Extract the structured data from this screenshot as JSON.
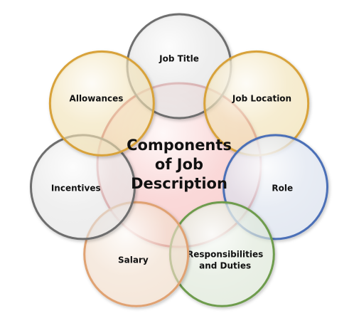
{
  "diagram": {
    "center": {
      "lines": [
        "Components",
        "of Job",
        "Description"
      ],
      "fill": "#f9d2d2",
      "stroke": "#c85a5a"
    },
    "nodes": [
      {
        "id": "job-title",
        "lines": [
          "Job Title"
        ],
        "fill": "#e9e9e9",
        "stroke": "#6e6e6e"
      },
      {
        "id": "job-location",
        "lines": [
          "Job Location"
        ],
        "fill": "#fbe7b0",
        "stroke": "#d8a23a"
      },
      {
        "id": "role",
        "lines": [
          "Role"
        ],
        "fill": "#dde6f6",
        "stroke": "#4b6fb7"
      },
      {
        "id": "responsibilities-and-duties",
        "lines": [
          "Responsibilities",
          "and Duties"
        ],
        "fill": "#e2efdb",
        "stroke": "#6e9c4d"
      },
      {
        "id": "salary",
        "lines": [
          "Salary"
        ],
        "fill": "#fbe1cc",
        "stroke": "#e0a272"
      },
      {
        "id": "incentives",
        "lines": [
          "Incentives"
        ],
        "fill": "#ececec",
        "stroke": "#6e6e6e"
      },
      {
        "id": "allowances",
        "lines": [
          "Allowances"
        ],
        "fill": "#fbe7b0",
        "stroke": "#d8a23a"
      }
    ]
  }
}
